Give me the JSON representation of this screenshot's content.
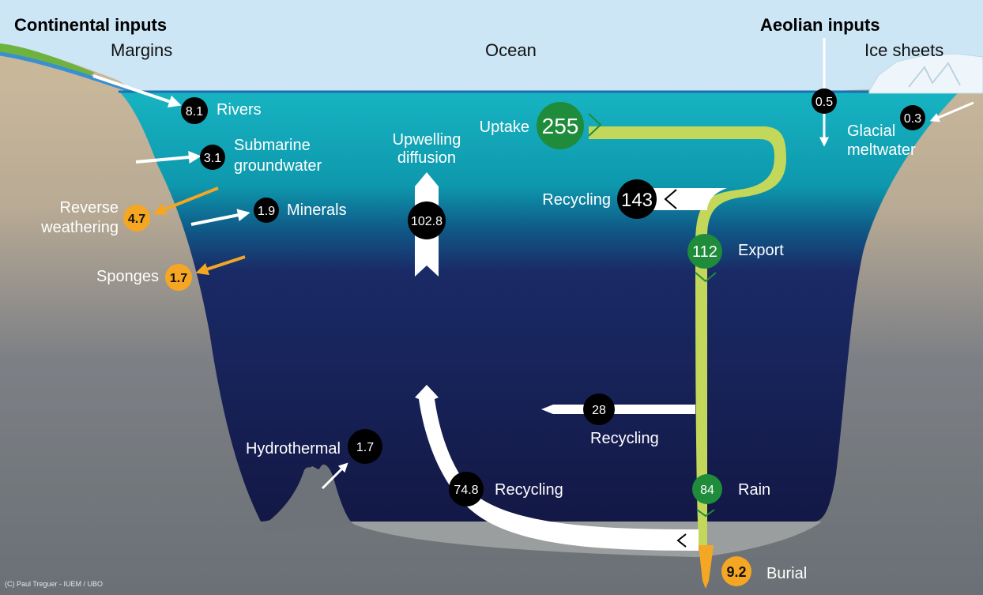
{
  "credit": "(C) Paul Treguer - IUEM / UBO",
  "headers": {
    "continental_inputs": "Continental inputs",
    "aeolian_inputs": "Aeolian inputs",
    "margins": "Margins",
    "ocean": "Ocean",
    "ice_sheets": "Ice sheets"
  },
  "fluxes": {
    "rivers": {
      "value": "8.1",
      "label": "Rivers"
    },
    "submarine_groundwater": {
      "value": "3.1",
      "label_line1": "Submarine",
      "label_line2": "groundwater"
    },
    "reverse_weathering": {
      "value": "4.7",
      "label_line1": "Reverse",
      "label_line2": "weathering"
    },
    "minerals": {
      "value": "1.9",
      "label": "Minerals"
    },
    "sponges": {
      "value": "1.7",
      "label": "Sponges"
    },
    "upwelling_diffusion": {
      "value": "102.8",
      "label_line1": "Upwelling",
      "label_line2": "diffusion"
    },
    "uptake": {
      "value": "255",
      "label": "Uptake"
    },
    "recycling_surface": {
      "value": "143",
      "label": "Recycling"
    },
    "export": {
      "value": "112",
      "label": "Export"
    },
    "aeolian": {
      "value": "0.5"
    },
    "glacial_meltwater": {
      "value": "0.3",
      "label_line1": "Glacial",
      "label_line2": "meltwater"
    },
    "recycling_deep": {
      "value": "28",
      "label": "Recycling"
    },
    "hydrothermal": {
      "value": "1.7",
      "label": "Hydrothermal"
    },
    "recycling_bottom": {
      "value": "74.8",
      "label": "Recycling"
    },
    "rain": {
      "value": "84",
      "label": "Rain"
    },
    "burial": {
      "value": "9.2",
      "label": "Burial"
    }
  },
  "colors": {
    "sky": "#cde6f5",
    "ocean_surface": "#14aab8",
    "ocean_deep": "#141a4a",
    "land_tan": "#c9b79a",
    "rock": "#6d7378",
    "biogenic_flux": "#c3d75a",
    "green_node": "#1e8c3a",
    "orange_node": "#f5a623",
    "black_node": "#000000"
  }
}
